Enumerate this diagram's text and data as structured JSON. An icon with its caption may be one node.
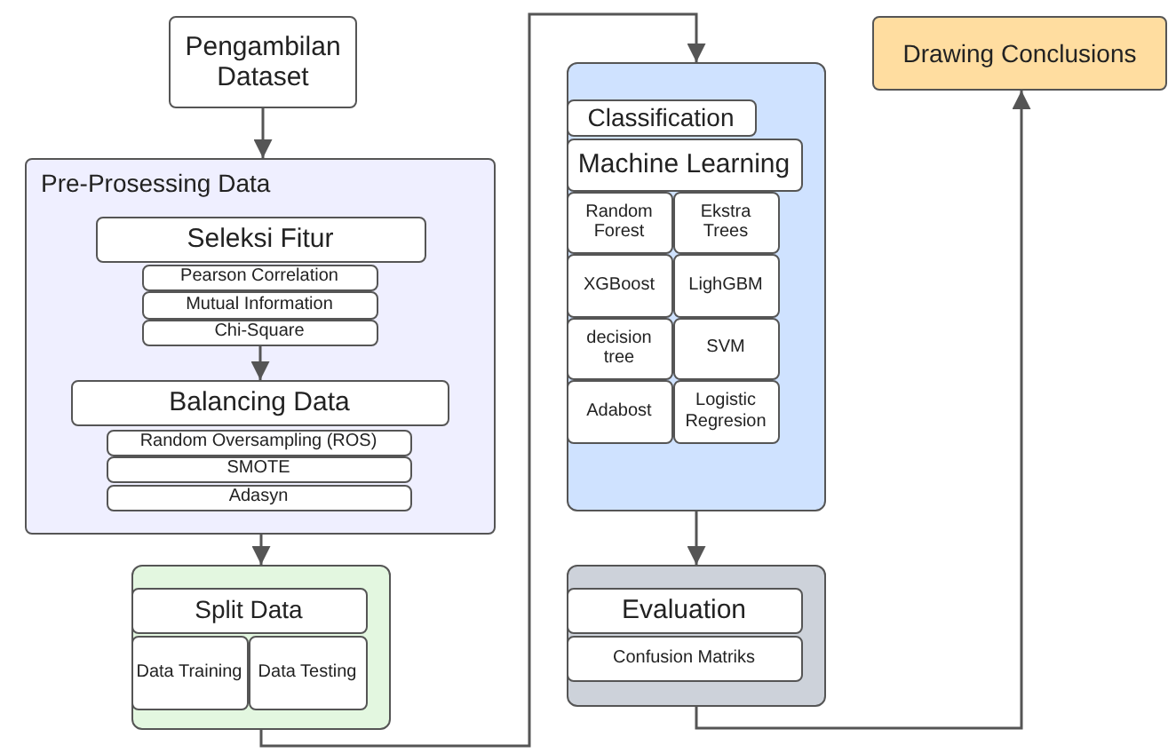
{
  "diagram": {
    "nodes": [
      {
        "text": [
          "Pengambilan Dataset"
        ]
      },
      {
        "text": [
          "Pre-Prosessing Data"
        ]
      },
      {
        "text": [
          "Seleksi Fitur"
        ],
        "in": 1
      },
      {
        "text": [
          "Pearson Correlation"
        ],
        "in": 1
      },
      {
        "text": [
          "Mutual Information"
        ],
        "in": 1
      },
      {
        "text": [
          "Chi-Square"
        ],
        "in": 1
      },
      {
        "text": [
          "Balancing Data"
        ],
        "in": 1
      },
      {
        "text": [
          "Random Oversampling (ROS)"
        ],
        "in": 1
      },
      {
        "text": [
          "SMOTE"
        ],
        "in": 1
      },
      {
        "text": [
          "Adasyn"
        ],
        "in": 1
      },
      {
        "text": [],
        "shape": "box"
      },
      {
        "text": [
          "Split Data"
        ],
        "in": 10
      },
      {
        "text": [
          "Data Training"
        ],
        "in": 10
      },
      {
        "text": [
          "Data Testing"
        ],
        "in": 10
      },
      {
        "text": [],
        "shape": "box"
      },
      {
        "text": [
          "Classification"
        ],
        "in": 14
      },
      {
        "text": [
          "Machine Learning"
        ],
        "in": 14
      },
      {
        "text": [
          "Random Forest"
        ],
        "in": 14
      },
      {
        "text": [
          "Ekstra Trees"
        ],
        "in": 14
      },
      {
        "text": [
          "XGBoost"
        ],
        "in": 14
      },
      {
        "text": [
          "LighGBM"
        ],
        "in": 14
      },
      {
        "text": [
          "decision tree"
        ],
        "in": 14
      },
      {
        "text": [
          "SVM"
        ],
        "in": 14
      },
      {
        "text": [
          "Adabost"
        ],
        "in": 14
      },
      {
        "text": [
          "Logistic Regresion"
        ],
        "in": 14
      },
      {
        "text": [],
        "shape": "box"
      },
      {
        "text": [
          "Evaluation"
        ],
        "in": 25
      },
      {
        "text": [
          "Confusion Matriks"
        ],
        "in": 25
      },
      {
        "text": [
          "Drawing Conclusions"
        ]
      }
    ],
    "edges": [
      {
        "from": 0,
        "to": 1,
        "arrow": "to"
      },
      {
        "from": 5,
        "to": 6,
        "arrow": "to"
      },
      {
        "from": 1,
        "to": 10,
        "arrow": "to"
      },
      {
        "from": 10,
        "to": 14,
        "arrow": "to"
      },
      {
        "from": 14,
        "to": 25,
        "arrow": "to"
      },
      {
        "from": 25,
        "to": 28,
        "arrow": "to"
      }
    ]
  }
}
